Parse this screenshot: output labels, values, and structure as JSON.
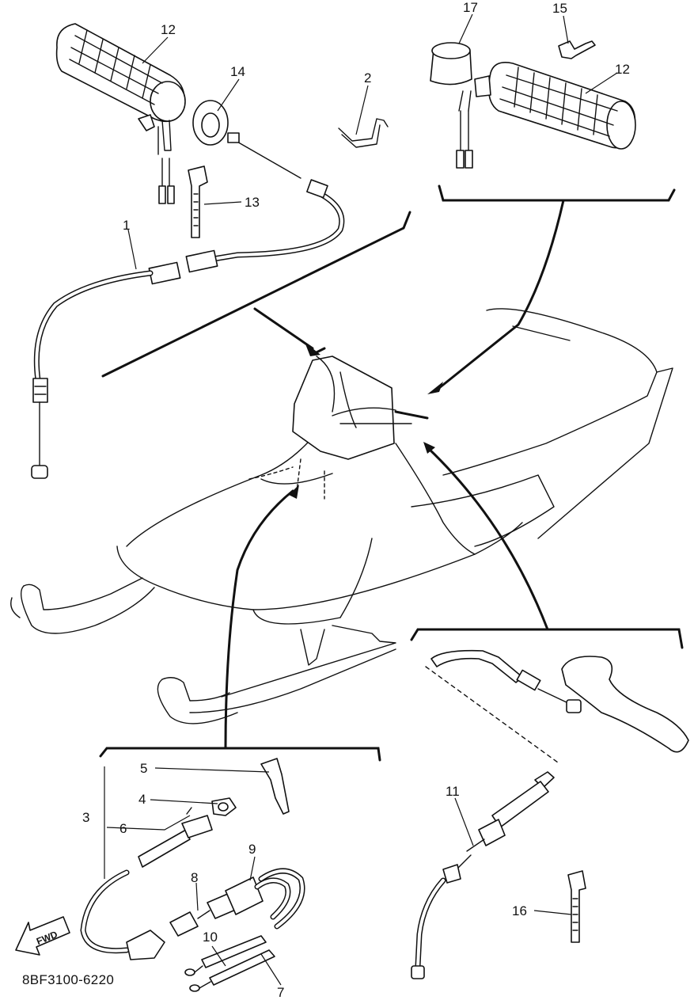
{
  "diagram": {
    "drawing_code": "8BF3100-6220",
    "fwd_label": "FWD",
    "callouts": {
      "c1": "1",
      "c2": "2",
      "c3": "3",
      "c4": "4",
      "c5": "5",
      "c6": "6",
      "c7": "7",
      "c8": "8",
      "c9": "9",
      "c10": "10",
      "c11": "11",
      "c12_left": "12",
      "c12_right": "12",
      "c13": "13",
      "c14": "14",
      "c15": "15",
      "c16": "16",
      "c17": "17"
    }
  }
}
